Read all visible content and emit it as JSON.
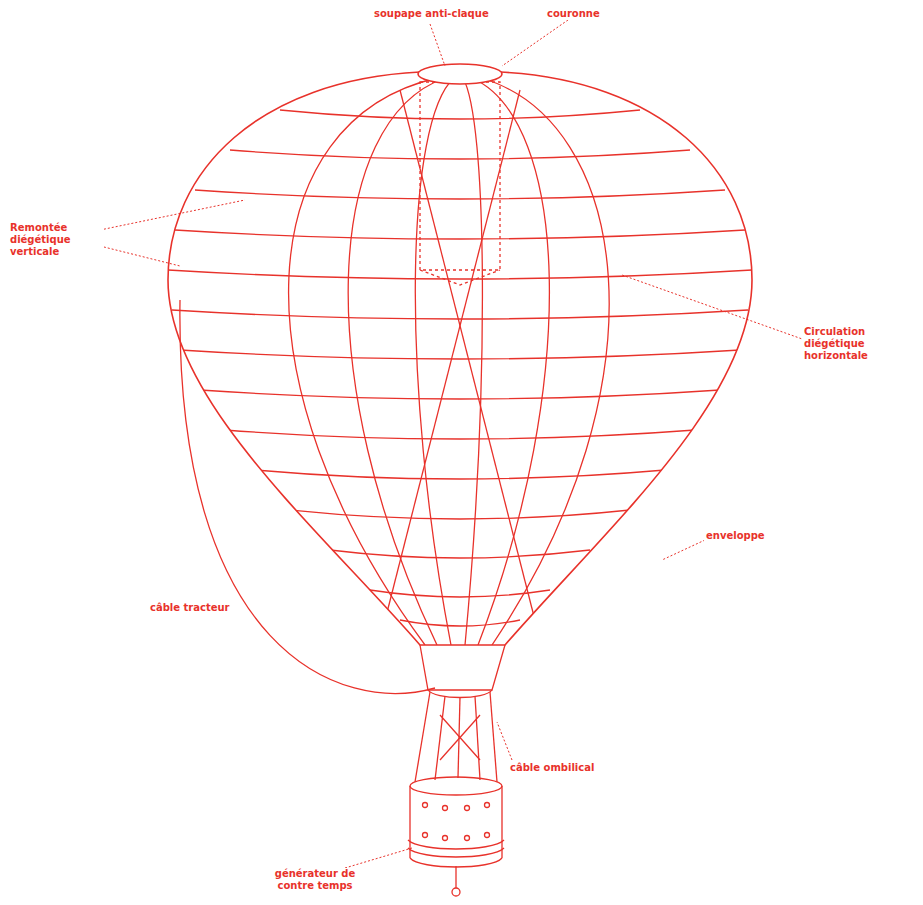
{
  "diagram": {
    "labels": [
      "soupape anti-claque",
      "couronne",
      "Remontée diégétique verticale",
      "Circulation diégétique horizontale",
      "enveloppe",
      "câble tracteur",
      "câble ombilical",
      "générateur de contre temps"
    ]
  }
}
